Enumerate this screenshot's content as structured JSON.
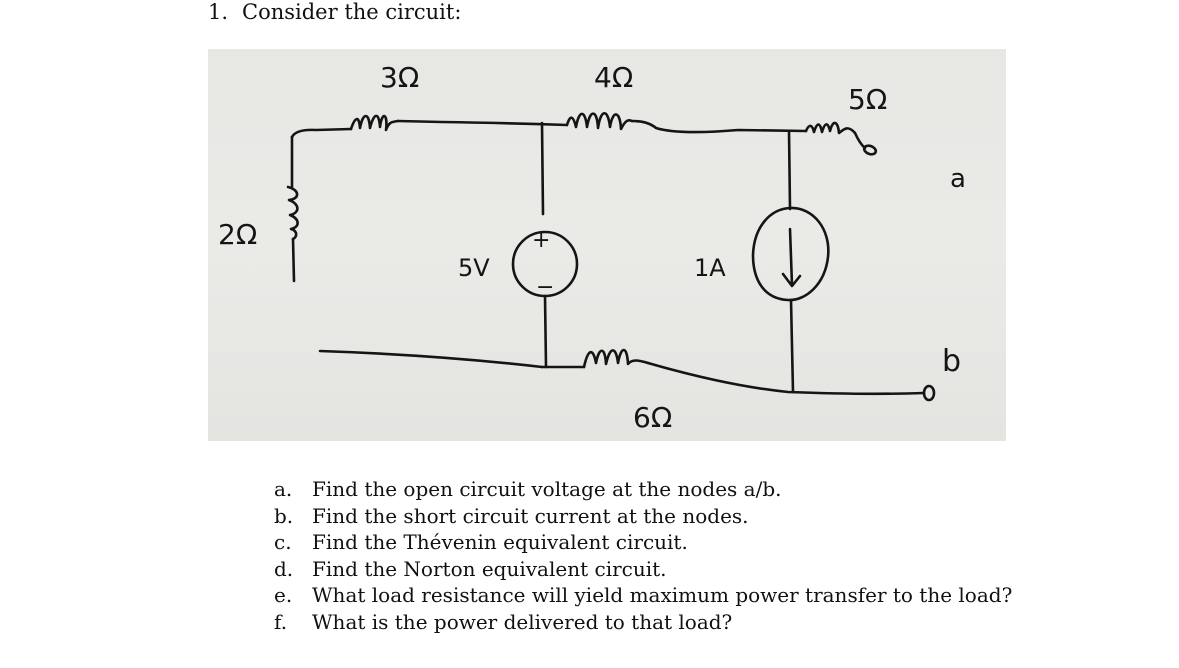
{
  "problem": {
    "number": "1.",
    "title": "Consider the circuit:"
  },
  "circuit_labels": {
    "r1": "3Ω",
    "r2": "4Ω",
    "r3": "5Ω",
    "r4": "2Ω",
    "r5": "6Ω",
    "voltage_source": "5V",
    "current_source": "1A",
    "node_a": "a",
    "node_b": "b",
    "plus_sign": "+",
    "minus_sign": "−"
  },
  "questions": [
    {
      "letter": "a.",
      "text": "Find the open circuit voltage at the nodes a/b."
    },
    {
      "letter": "b.",
      "text": "Find the short circuit current at the nodes."
    },
    {
      "letter": "c.",
      "text": "Find the Thévenin equivalent circuit."
    },
    {
      "letter": "d.",
      "text": "Find the Norton equivalent circuit."
    },
    {
      "letter": "e.",
      "text": "What load resistance will yield maximum power transfer to the load?"
    },
    {
      "letter": "f.",
      "text": "What is the power delivered to that load?"
    }
  ]
}
